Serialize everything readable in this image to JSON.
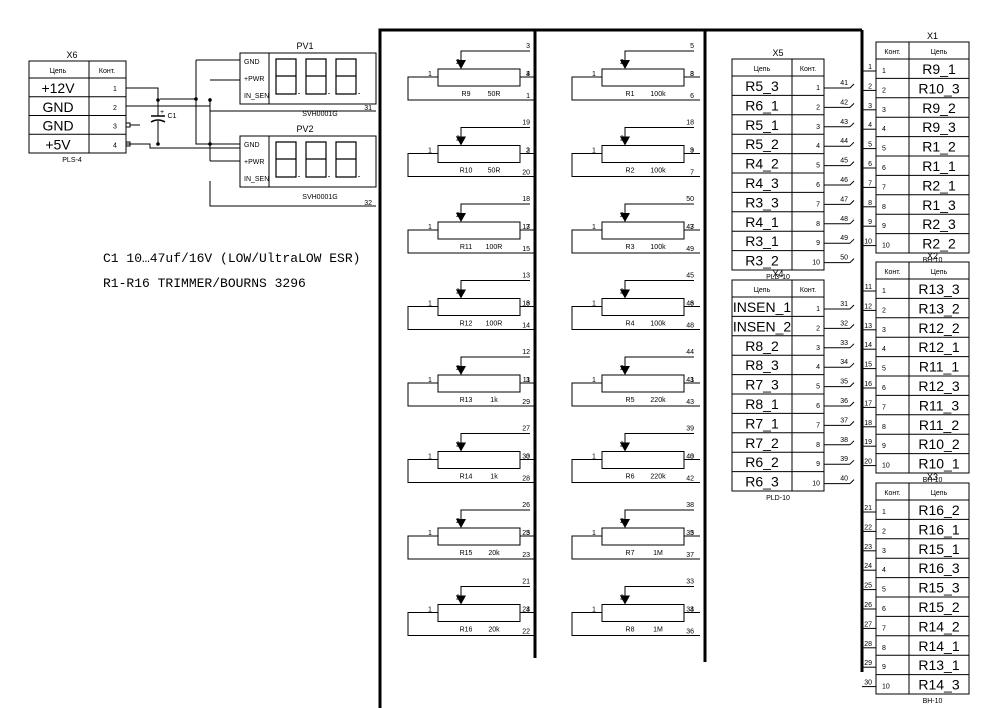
{
  "notes": [
    "C1 10…47uf/16V (LOW/UltraLOW ESR)",
    "R1-R16 TRIMMER/BOURNS 3296"
  ],
  "x6": {
    "ref": "X6",
    "part": "PLS-4",
    "hdr_net": "Цепь",
    "hdr_pin": "Конт.",
    "rows": [
      [
        "+12V",
        "1"
      ],
      [
        "GND",
        "2"
      ],
      [
        "GND",
        "3"
      ],
      [
        "+5V",
        "4"
      ]
    ]
  },
  "cap": {
    "ref": "C1"
  },
  "meters": [
    {
      "ref": "PV1",
      "part": "SVH0001G",
      "pins": [
        "GND",
        "+PWR",
        "IN_SEN"
      ],
      "digits": "8.8.8",
      "wire": "31"
    },
    {
      "ref": "PV2",
      "part": "SVH0001G",
      "pins": [
        "GND",
        "+PWR",
        "IN_SEN"
      ],
      "digits": "8.8.8",
      "wire": "32"
    }
  ],
  "resistors": [
    {
      "ref": "R9",
      "val": "50R",
      "n2": "3",
      "n3": "4",
      "n1": "1"
    },
    {
      "ref": "R10",
      "val": "50R",
      "n2": "19",
      "n3": "2",
      "n1": "20"
    },
    {
      "ref": "R11",
      "val": "100R",
      "n2": "18",
      "n3": "17",
      "n1": "15"
    },
    {
      "ref": "R12",
      "val": "100R",
      "n2": "13",
      "n3": "16",
      "n1": "14"
    },
    {
      "ref": "R13",
      "val": "1k",
      "n2": "12",
      "n3": "11",
      "n1": "29"
    },
    {
      "ref": "R14",
      "val": "1k",
      "n2": "27",
      "n3": "30",
      "n1": "28"
    },
    {
      "ref": "R15",
      "val": "20k",
      "n2": "26",
      "n3": "25",
      "n1": "23"
    },
    {
      "ref": "R16",
      "val": "20k",
      "n2": "21",
      "n3": "24",
      "n1": "22"
    },
    {
      "ref": "R1",
      "val": "100k",
      "n2": "5",
      "n3": "8",
      "n1": "6"
    },
    {
      "ref": "R2",
      "val": "100k",
      "n2": "18",
      "n3": "9",
      "n1": "7"
    },
    {
      "ref": "R3",
      "val": "100k",
      "n2": "50",
      "n3": "47",
      "n1": "49"
    },
    {
      "ref": "R4",
      "val": "100k",
      "n2": "45",
      "n3": "46",
      "n1": "48"
    },
    {
      "ref": "R5",
      "val": "220k",
      "n2": "44",
      "n3": "41",
      "n1": "43"
    },
    {
      "ref": "R6",
      "val": "220k",
      "n2": "39",
      "n3": "40",
      "n1": "42"
    },
    {
      "ref": "R7",
      "val": "1M",
      "n2": "38",
      "n3": "35",
      "n1": "37"
    },
    {
      "ref": "R8",
      "val": "1M",
      "n2": "33",
      "n3": "34",
      "n1": "36"
    }
  ],
  "connectors": [
    {
      "ref": "X5",
      "part": "PLD-10",
      "hdr_net": "Цепь",
      "hdr_pin": "Конт.",
      "rows": [
        [
          "R5_3",
          "1",
          "41"
        ],
        [
          "R6_1",
          "2",
          "42"
        ],
        [
          "R5_1",
          "3",
          "43"
        ],
        [
          "R5_2",
          "4",
          "44"
        ],
        [
          "R4_2",
          "5",
          "45"
        ],
        [
          "R4_3",
          "6",
          "46"
        ],
        [
          "R3_3",
          "7",
          "47"
        ],
        [
          "R4_1",
          "8",
          "48"
        ],
        [
          "R3_1",
          "9",
          "49"
        ],
        [
          "R3_2",
          "10",
          "50"
        ]
      ]
    },
    {
      "ref": "X4",
      "part": "PLD-10",
      "hdr_net": "Цепь",
      "hdr_pin": "Конт.",
      "rows": [
        [
          "INSEN_1",
          "1",
          "31"
        ],
        [
          "INSEN_2",
          "2",
          "32"
        ],
        [
          "R8_2",
          "3",
          "33"
        ],
        [
          "R8_3",
          "4",
          "34"
        ],
        [
          "R7_3",
          "5",
          "35"
        ],
        [
          "R8_1",
          "6",
          "36"
        ],
        [
          "R7_1",
          "7",
          "37"
        ],
        [
          "R7_2",
          "8",
          "38"
        ],
        [
          "R6_2",
          "9",
          "39"
        ],
        [
          "R6_3",
          "10",
          "40"
        ]
      ]
    },
    {
      "ref": "X1",
      "part": "BH-10",
      "hdr_net": "Цепь",
      "hdr_pin": "Конт.",
      "rows": [
        [
          "R9_1",
          "1",
          "1"
        ],
        [
          "R10_3",
          "2",
          "2"
        ],
        [
          "R9_2",
          "3",
          "3"
        ],
        [
          "R9_3",
          "4",
          "4"
        ],
        [
          "R1_2",
          "5",
          "5"
        ],
        [
          "R1_1",
          "6",
          "6"
        ],
        [
          "R2_1",
          "7",
          "7"
        ],
        [
          "R1_3",
          "8",
          "8"
        ],
        [
          "R2_3",
          "9",
          "9"
        ],
        [
          "R2_2",
          "10",
          "10"
        ]
      ]
    },
    {
      "ref": "X2",
      "part": "BH-10",
      "hdr_net": "Цепь",
      "hdr_pin": "Конт.",
      "rows": [
        [
          "R13_3",
          "1",
          "11"
        ],
        [
          "R13_2",
          "2",
          "12"
        ],
        [
          "R12_2",
          "3",
          "13"
        ],
        [
          "R12_1",
          "4",
          "14"
        ],
        [
          "R11_1",
          "5",
          "15"
        ],
        [
          "R12_3",
          "6",
          "16"
        ],
        [
          "R11_3",
          "7",
          "17"
        ],
        [
          "R11_2",
          "8",
          "18"
        ],
        [
          "R10_2",
          "9",
          "19"
        ],
        [
          "R10_1",
          "10",
          "20"
        ]
      ]
    },
    {
      "ref": "X3",
      "part": "BH-10",
      "hdr_net": "Цепь",
      "hdr_pin": "Конт.",
      "rows": [
        [
          "R16_2",
          "1",
          "21"
        ],
        [
          "R16_1",
          "2",
          "22"
        ],
        [
          "R15_1",
          "3",
          "23"
        ],
        [
          "R16_3",
          "4",
          "24"
        ],
        [
          "R15_3",
          "5",
          "25"
        ],
        [
          "R15_2",
          "6",
          "26"
        ],
        [
          "R14_2",
          "7",
          "27"
        ],
        [
          "R14_1",
          "8",
          "28"
        ],
        [
          "R13_1",
          "9",
          "29"
        ],
        [
          "R14_3",
          "10",
          "30"
        ]
      ]
    }
  ],
  "trimmer_pin_labels": [
    "1",
    "2",
    "3"
  ]
}
